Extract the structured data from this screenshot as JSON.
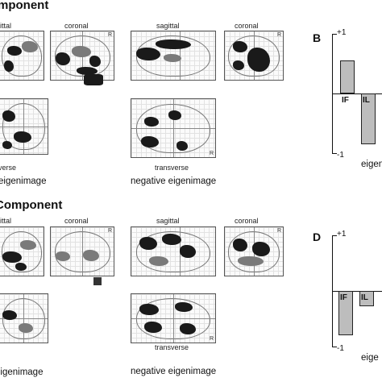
{
  "panels": [
    {
      "heading": "mponent",
      "views": {
        "sagittal_left": "ittal",
        "coronal_left": "coronal",
        "sagittal_right": "sagittal",
        "coronal_right": "coronal"
      },
      "captions": {
        "transverse_left": "verse",
        "positive": "eigenimage",
        "transverse_right": "transverse",
        "negative": "negative eigenimage"
      },
      "brain_marks": {
        "coronal_left": "R",
        "coronal_right": "R",
        "transverse_right": "R"
      }
    },
    {
      "heading": "Component",
      "views": {
        "sagittal_left": "ittal",
        "coronal_left": "coronal",
        "sagittal_right": "sagittal",
        "coronal_right": "coronal"
      },
      "captions": {
        "transverse_left": "",
        "positive": "eigenimage",
        "transverse_right": "transverse",
        "negative": "negative eigenimage"
      },
      "brain_marks": {
        "coronal_left": "R",
        "coronal_right": "R",
        "transverse_right": "R"
      }
    }
  ],
  "chart_data": [
    {
      "type": "bar",
      "panel": "B",
      "ylim": [
        -1,
        1
      ],
      "y_ticks": [
        "+1",
        "-1"
      ],
      "categories": [
        "IF",
        "IL"
      ],
      "values": [
        0.55,
        -0.85
      ],
      "xlabel_partial": "eigen"
    },
    {
      "type": "bar",
      "panel": "D",
      "ylim": [
        -1,
        1
      ],
      "y_ticks": [
        "+1",
        "-1"
      ],
      "categories": [
        "IF",
        "IL"
      ],
      "values": [
        -0.8,
        -0.28
      ],
      "xlabel_partial": "eige"
    }
  ]
}
